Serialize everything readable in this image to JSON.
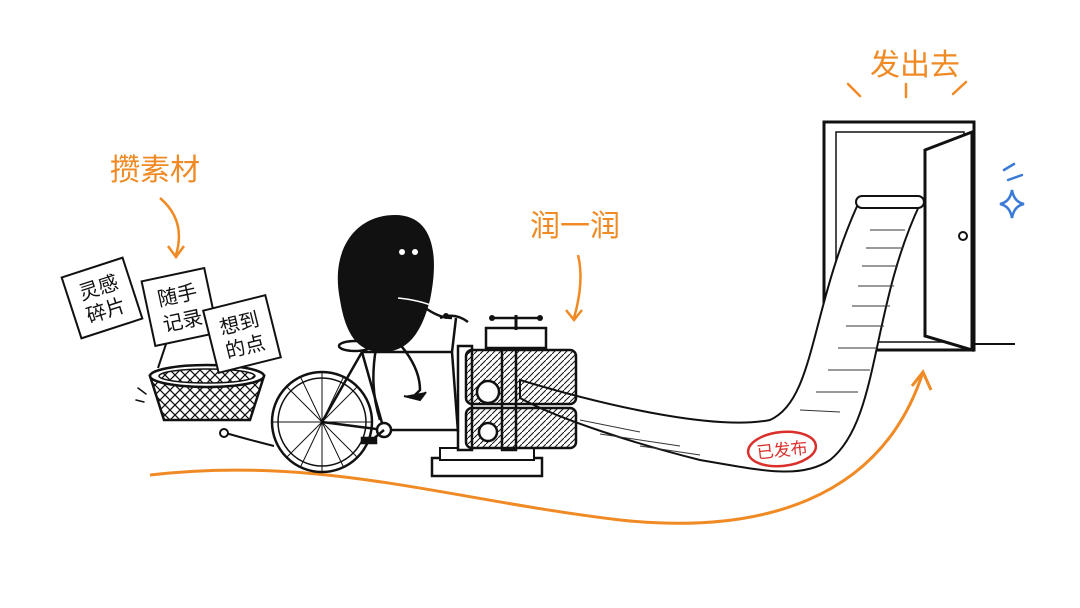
{
  "labels": {
    "collect": "攒素材",
    "polish": "润一润",
    "publish": "发出去"
  },
  "notes": [
    {
      "line1": "灵感",
      "line2": "碎片"
    },
    {
      "line1": "随手",
      "line2": "记录"
    },
    {
      "line1": "想到",
      "line2": "的点"
    }
  ],
  "stamp": "已发布",
  "colors": {
    "accent": "#f08a24",
    "ink": "#111111",
    "sparkle": "#3a7bd5",
    "stamp": "#d9302c",
    "background": "#ffffff"
  }
}
